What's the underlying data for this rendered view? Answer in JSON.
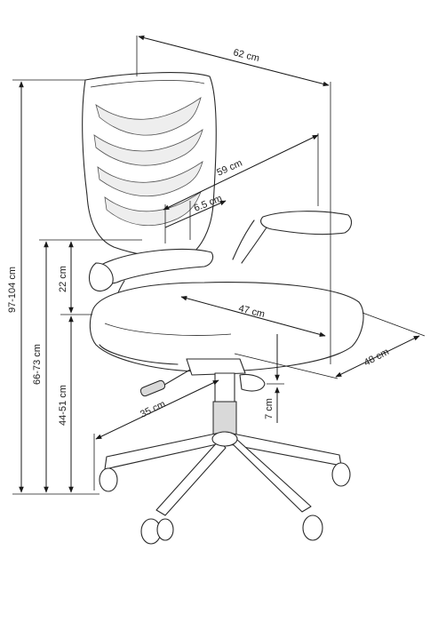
{
  "dimensions": {
    "width_top": "62 cm",
    "backrest_depth": "59 cm",
    "backrest_gap": "6.5 cm",
    "armrest_height": "22 cm",
    "seat_width": "47 cm",
    "seat_depth": "48 cm",
    "total_height": "97-104 cm",
    "armrest_floor_height": "66-73 cm",
    "seat_height": "44-51 cm",
    "base_radius": "35 cm",
    "height_adjust": "7 cm"
  },
  "colors": {
    "line": "#1a1a1a",
    "text": "#222222",
    "mesh": "#eeeeee"
  }
}
